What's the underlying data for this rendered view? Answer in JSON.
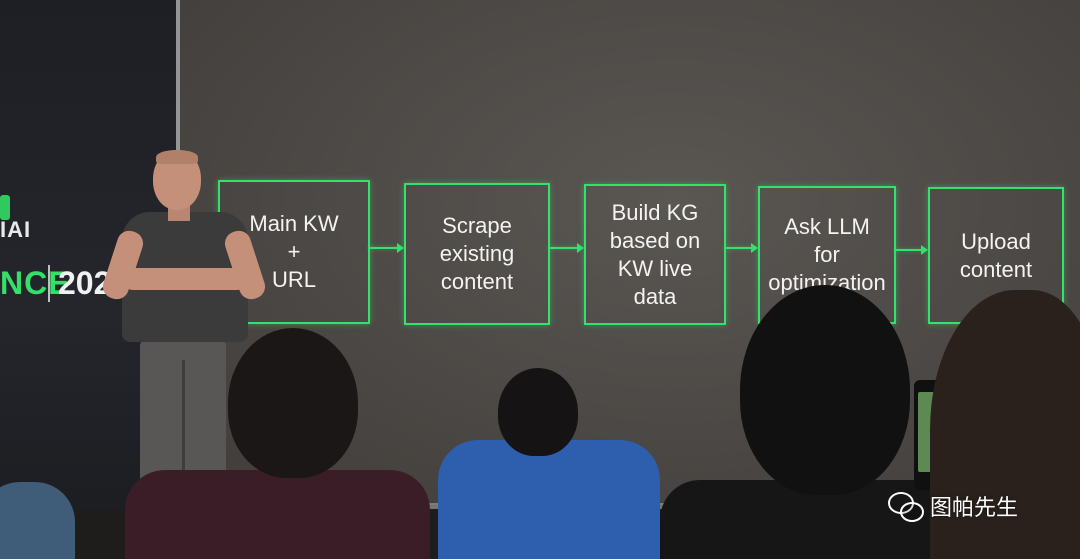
{
  "event_banner": {
    "line1": "IAI",
    "line2": "NCE",
    "year": "2023"
  },
  "flow_diagram": {
    "steps": [
      {
        "label": "Main KW\n+\nURL"
      },
      {
        "label": "Scrape\nexisting\ncontent"
      },
      {
        "label": "Build KG\nbased on\nKW live\ndata"
      },
      {
        "label": "Ask LLM\nfor\noptimization"
      },
      {
        "label": "Upload\ncontent"
      }
    ],
    "accent_color": "#36e06d"
  },
  "watermark": {
    "icon": "wechat-icon",
    "text": "图帕先生"
  }
}
